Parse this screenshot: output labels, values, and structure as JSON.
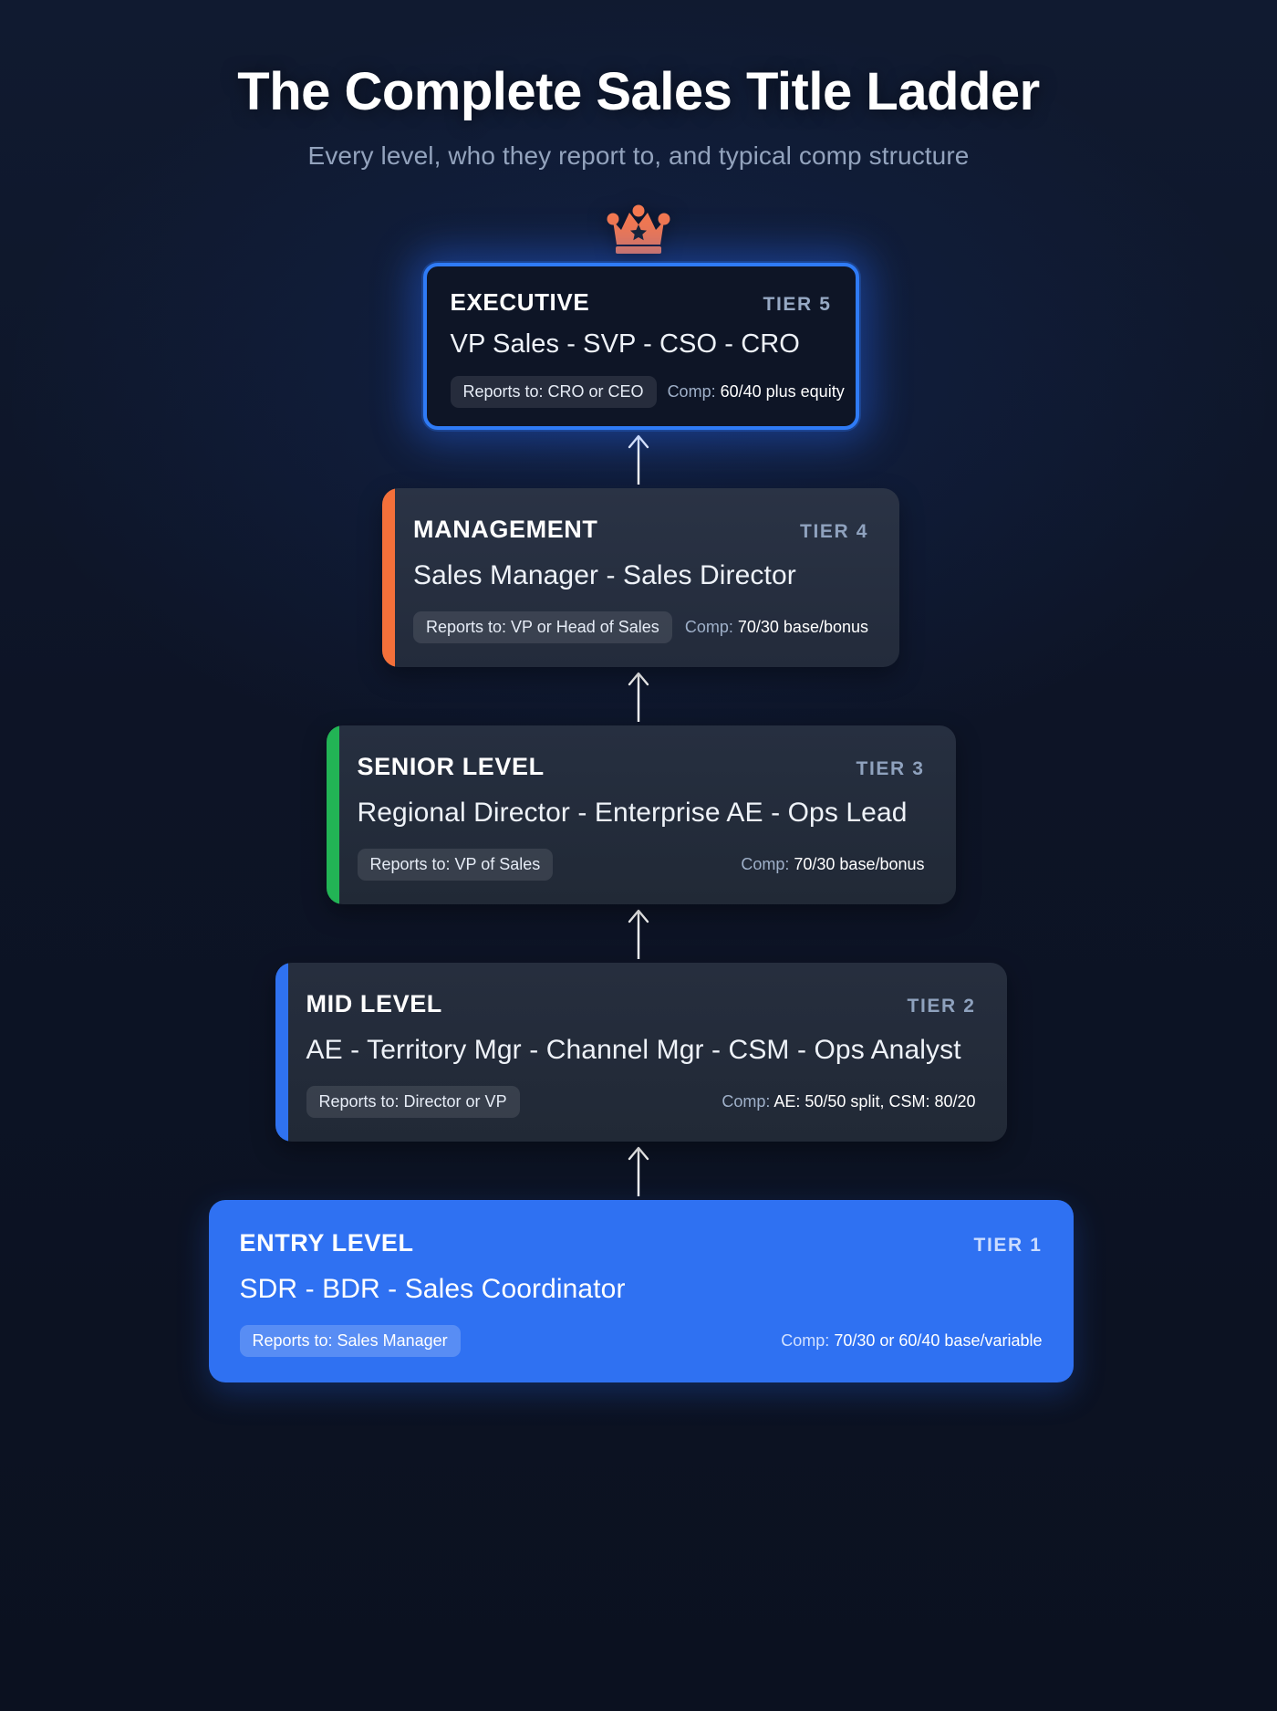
{
  "header": {
    "title": "The Complete Sales Title Ladder",
    "subtitle": "Every level, who they report to, and typical comp structure"
  },
  "icons": {
    "crown": "crown-icon",
    "arrow_up": "arrow-up-icon"
  },
  "colors": {
    "background": "#0d1426",
    "crown": "#f4784f",
    "tier5_border": "#2f7bf6",
    "tier4_accent": "#f4703a",
    "tier3_accent": "#22b455",
    "tier2_accent": "#2f72f0",
    "tier1_fill": "#2f71f2",
    "badge_text": "#e6ecf6",
    "subtitle": "#93a3bd"
  },
  "tiers": [
    {
      "level": "EXECUTIVE",
      "tier": "TIER 5",
      "roles": "VP Sales - SVP - CSO - CRO",
      "reports_to": "Reports to: CRO or CEO",
      "comp_label": "Comp:",
      "comp_value": "60/40 plus equity"
    },
    {
      "level": "MANAGEMENT",
      "tier": "TIER 4",
      "roles": "Sales Manager - Sales Director",
      "reports_to": "Reports to: VP or Head of Sales",
      "comp_label": "Comp:",
      "comp_value": "70/30 base/bonus"
    },
    {
      "level": "SENIOR LEVEL",
      "tier": "TIER 3",
      "roles": "Regional Director - Enterprise AE - Ops Lead",
      "reports_to": "Reports to: VP of Sales",
      "comp_label": "Comp:",
      "comp_value": "70/30 base/bonus"
    },
    {
      "level": "MID LEVEL",
      "tier": "TIER 2",
      "roles": "AE - Territory Mgr - Channel Mgr - CSM - Ops Analyst",
      "reports_to": "Reports to: Director or VP",
      "comp_label": "Comp:",
      "comp_value": "AE: 50/50 split, CSM: 80/20"
    },
    {
      "level": "ENTRY LEVEL",
      "tier": "TIER 1",
      "roles": "SDR - BDR - Sales Coordinator",
      "reports_to": "Reports to: Sales Manager",
      "comp_label": "Comp:",
      "comp_value": "70/30 or 60/40 base/variable"
    }
  ]
}
